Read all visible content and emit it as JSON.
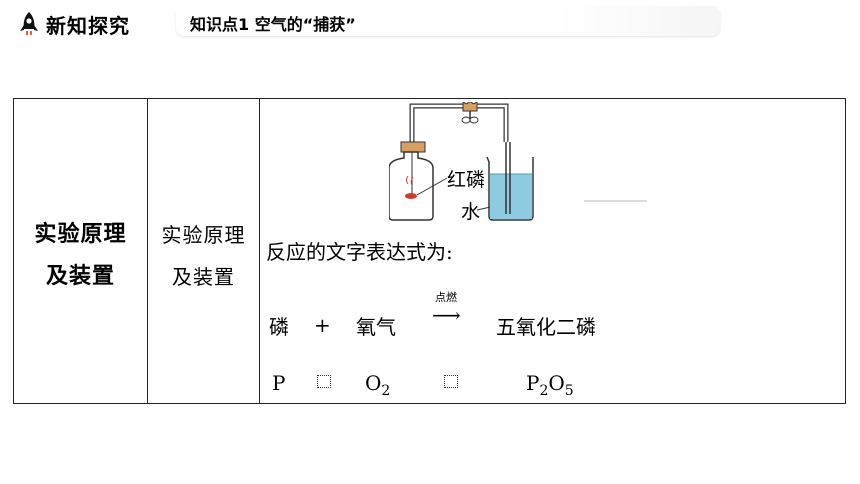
{
  "header": {
    "section_title": "新知探究",
    "topic": "知识点1  空气的“捕获”"
  },
  "table": {
    "col1": {
      "line1": "实验原理",
      "line2": "及装置"
    },
    "col2": {
      "line1": "实验原理",
      "line2": "及装置"
    },
    "apparatus_labels": {
      "red_phosphorus": "红磷",
      "water": "水"
    },
    "word_equation_intro": "反应的文字表达式为:",
    "word_equation": {
      "reactant1": "磷",
      "plus": "+",
      "reactant2": "氧气",
      "condition": "点燃",
      "arrow": "⟶",
      "product": "五氧化二磷"
    },
    "formula": {
      "reactant1": "P",
      "reactant2_symbol": "O",
      "reactant2_sub": "2",
      "product_p": "P",
      "product_p_sub": "2",
      "product_o": "O",
      "product_o_sub": "5"
    }
  },
  "colors": {
    "water": "#8fcbe0",
    "flame": "#d33a2c",
    "accent": "#e8612c"
  }
}
